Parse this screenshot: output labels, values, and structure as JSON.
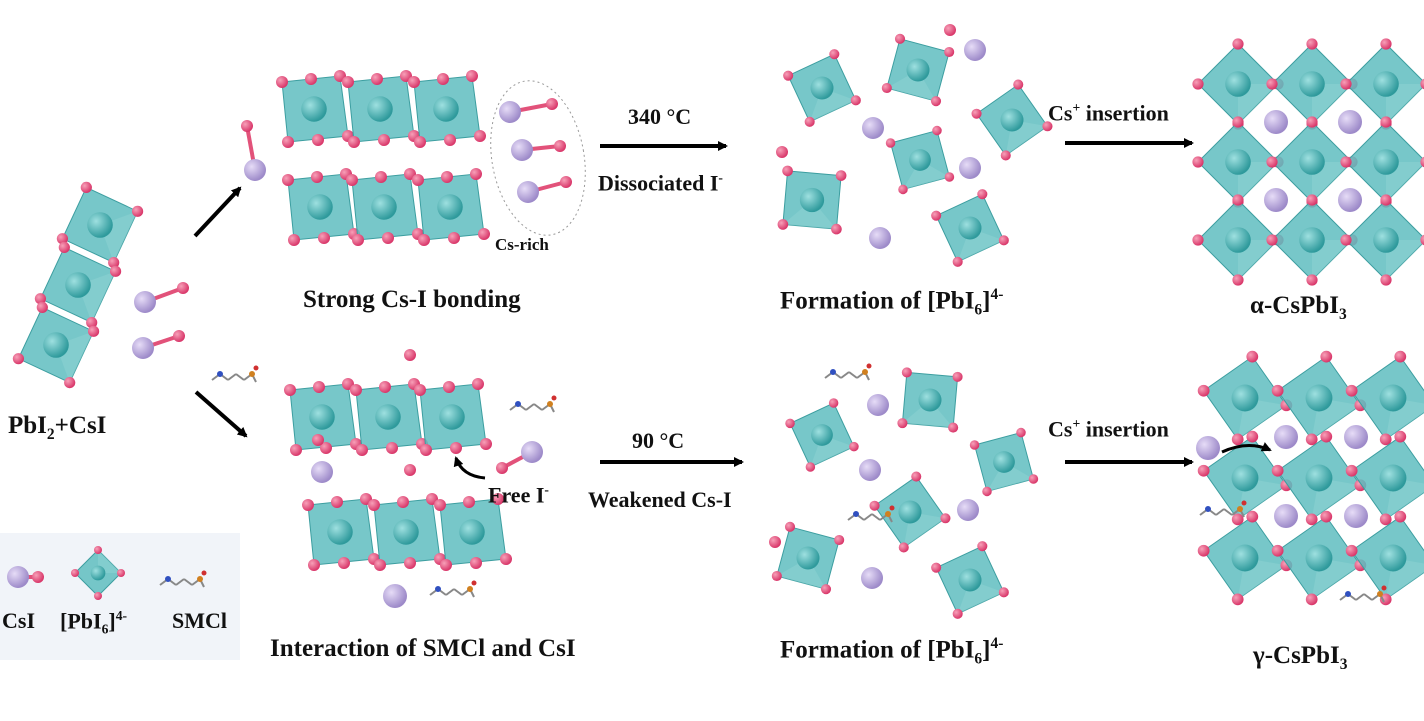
{
  "left": {
    "reactants": [
      "PbI",
      "2",
      "+CsI"
    ]
  },
  "top_path": {
    "intermediate_label": "Strong Cs-I bonding",
    "cs_rich": "Cs-rich",
    "arrow1_top": "340 °C",
    "arrow1_bottom": [
      "Dissociated I",
      "-"
    ],
    "formation_label": [
      "Formation of [PbI",
      "6",
      "]",
      "4-"
    ],
    "arrow2_top": [
      "Cs",
      "+",
      " insertion"
    ],
    "product_label": [
      "α-CsPbI",
      "3"
    ]
  },
  "bottom_path": {
    "intermediate_label": "Interaction of SMCl and CsI",
    "free_iodide": [
      "Free I",
      "-"
    ],
    "arrow1_top": "90 °C",
    "arrow1_bottom": "Weakened Cs-I",
    "formation_label": [
      "Formation of [PbI",
      "6",
      "]",
      "4-"
    ],
    "arrow2_top": [
      "Cs",
      "+",
      " insertion"
    ],
    "product_label": [
      "γ-CsPbI",
      "3"
    ]
  },
  "legend": {
    "items": [
      {
        "label": "CsI"
      },
      {
        "label": [
          "[PbI",
          "6",
          "]",
          "4-"
        ]
      },
      {
        "label": "SMCl"
      }
    ]
  },
  "colors": {
    "octahedron": "#5fbdbf",
    "iodide": "#e2527a",
    "cesium": "#b7a6dc",
    "arrow": "#000000"
  }
}
